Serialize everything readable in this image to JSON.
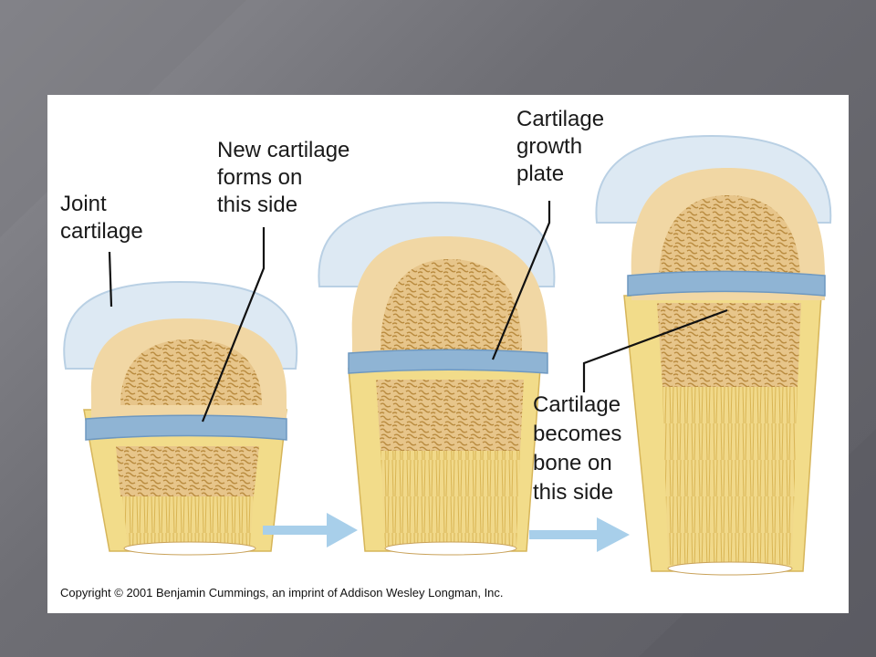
{
  "labels": {
    "joint_cartilage": [
      "Joint",
      "cartilage"
    ],
    "new_cartilage": [
      "New cartilage",
      "forms on",
      "this side"
    ],
    "growth_plate": [
      "Cartilage",
      "growth",
      "plate"
    ],
    "becomes_bone": [
      "Cartilage",
      "becomes",
      "bone on",
      "this side"
    ]
  },
  "copyright": "Copyright © 2001 Benjamin Cummings, an imprint of Addison Wesley Longman, Inc.",
  "colors": {
    "background": "#6e6e74",
    "panel": "#ffffff",
    "cartilage": "#d9e6f2",
    "cartilage_edge": "#9fc0dc",
    "growth_plate": "#7fa7cc",
    "bone_tan": "#f1d7a4",
    "spongy": "#c9a25a",
    "shaft": "#f3e08a",
    "arrow": "#a8cfea"
  },
  "icons": [
    "arrow-right-icon",
    "arrow-right-icon"
  ]
}
